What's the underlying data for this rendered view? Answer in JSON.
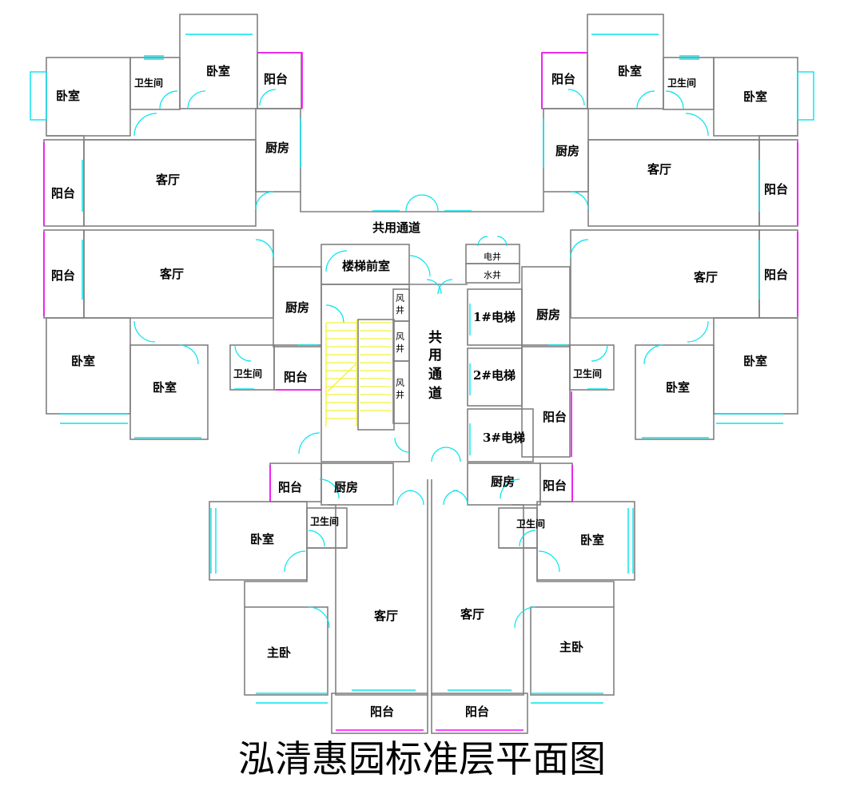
{
  "title": "泓清惠园标准层平面图",
  "labels": {
    "bedroom": "卧室",
    "bathroom": "卫生间",
    "balcony": "阳台",
    "kitchen": "厨房",
    "living": "客厅",
    "master": "主卧",
    "corridor": "共用通道",
    "stair_lobby": "楼梯前室",
    "elec_shaft": "电井",
    "water_shaft": "水井",
    "elevator1": "1#电梯",
    "elevator2": "2#电梯",
    "elevator3": "3#电梯",
    "vent": "风井",
    "vent_a": "风",
    "vent_b": "井",
    "corr_v1": "共",
    "corr_v2": "用",
    "corr_v3": "通",
    "corr_v4": "道"
  },
  "colors": {
    "wall": "#808080",
    "window": "#00e5ee",
    "railing": "#ff00ff",
    "stair": "#f2f23c"
  }
}
